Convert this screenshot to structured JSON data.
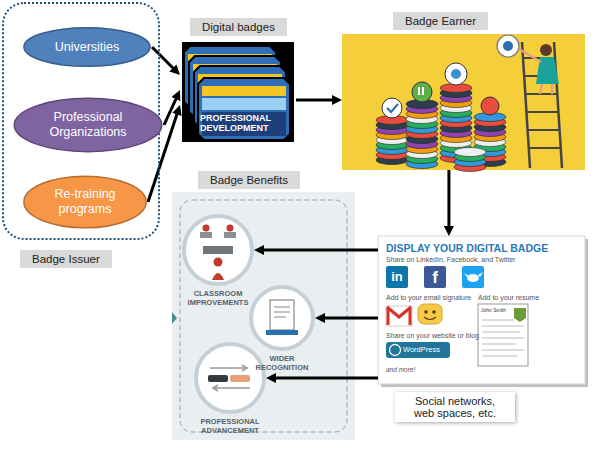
{
  "diagram": {
    "nodes": [
      {
        "text": [
          "Badge Issuer"
        ]
      },
      {
        "text": [
          "Universities"
        ],
        "in": 0
      },
      {
        "text": [
          "Professional Organizations"
        ],
        "in": 0
      },
      {
        "text": [
          "Re-training programs"
        ],
        "in": 0
      },
      {
        "text": [
          "Digital badges",
          "PROFESSIONAL DEVELOPMENT"
        ]
      },
      {
        "text": [
          "Badge Earner"
        ]
      },
      {
        "text": [
          "DISPLAY YOUR DIGITAL BADGE",
          "Share on LinkedIn, Facebook, and Twitter",
          "in",
          "f",
          "Add to your email signature",
          "Add to your resume",
          "John Smith",
          "Share on your website or blog",
          "WordPress",
          "and more!",
          "Social networks, web spaces, etc."
        ]
      },
      {
        "text": [
          "Badge Benefits"
        ]
      },
      {
        "text": [
          "CLASSROOM IMPROVEMENTS"
        ],
        "in": 7
      },
      {
        "text": [
          "WIDER RECOGNITION"
        ],
        "in": 7
      },
      {
        "text": [
          "PROFESSIONAL ADVANCEMENT"
        ],
        "in": 7
      }
    ],
    "edges": [
      {
        "from": 1,
        "to": 4,
        "arrow": "to"
      },
      {
        "from": 2,
        "to": 4,
        "arrow": "to"
      },
      {
        "from": 3,
        "to": 4,
        "arrow": "to"
      },
      {
        "from": 4,
        "to": 5,
        "arrow": "to"
      },
      {
        "from": 5,
        "to": 6,
        "arrow": "to"
      },
      {
        "from": 6,
        "to": 8,
        "arrow": "to"
      },
      {
        "from": 6,
        "to": 9,
        "arrow": "to"
      },
      {
        "from": 6,
        "to": 10,
        "arrow": "to"
      }
    ]
  }
}
